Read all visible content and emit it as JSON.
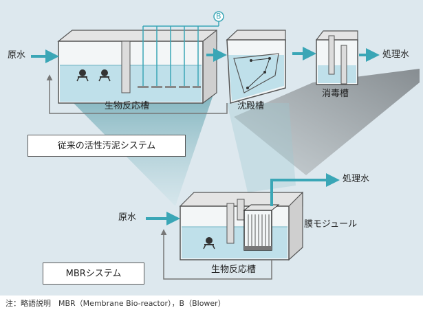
{
  "conventional": {
    "inlet_label": "原水",
    "bio_tank_label": "生物反応槽",
    "settling_tank_label": "沈殿槽",
    "disinfection_tank_label": "消毒槽",
    "outlet_label": "処理水",
    "blower_symbol": "B",
    "system_label": "従来の活性汚泥システム"
  },
  "mbr": {
    "inlet_label": "原水",
    "bio_tank_label": "生物反応槽",
    "membrane_label": "膜モジュール",
    "outlet_label": "処理水",
    "system_label": "MBRシステム"
  },
  "footnote": "注：略語説明　MBR（Membrane Bio-reactor），B（Blower）",
  "colors": {
    "background": "#dde8ee",
    "arrow": "#3aa6b6",
    "water": "#bfe0ea",
    "tank_outline": "#555555",
    "wall_gray": "#d6d6d6",
    "funnel_teal": "#7fb9c3",
    "funnel_gray": "#8e9396"
  }
}
